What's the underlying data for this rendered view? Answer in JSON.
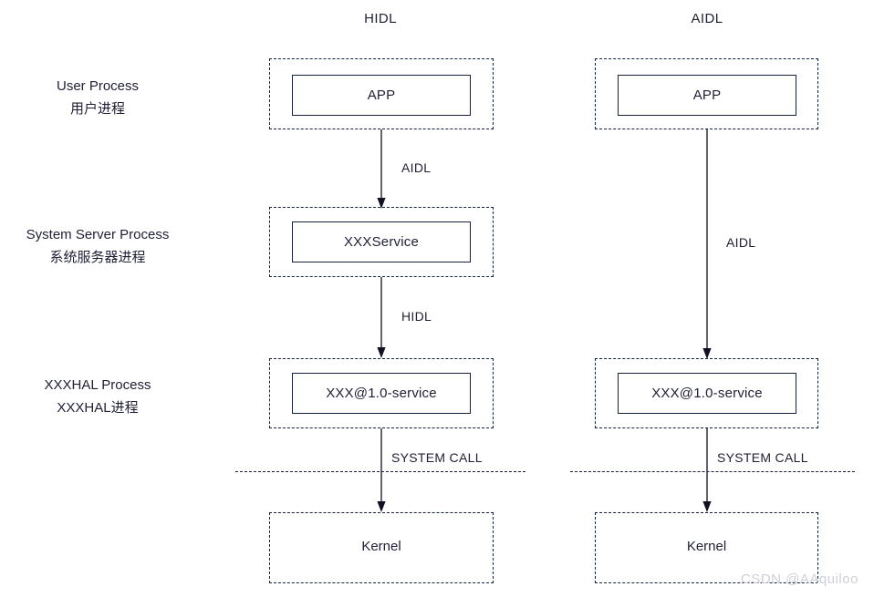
{
  "diagram": {
    "title_columns": [
      {
        "id": "hidl",
        "label": "HIDL"
      },
      {
        "id": "aidl",
        "label": "AIDL"
      }
    ],
    "row_labels": [
      {
        "id": "user-process",
        "en": "User Process",
        "cn": "用户进程"
      },
      {
        "id": "system-server",
        "en": "System Server Process",
        "cn": "系统服务器进程"
      },
      {
        "id": "xxxhal-process",
        "en": "XXXHAL Process",
        "cn": "XXXHAL进程"
      }
    ],
    "columns": {
      "hidl": {
        "header": "HIDL",
        "nodes": [
          {
            "id": "app",
            "label": "APP"
          },
          {
            "id": "xxxservice",
            "label": "XXXService"
          },
          {
            "id": "xxx-service",
            "label": "XXX@1.0-service"
          },
          {
            "id": "kernel",
            "label": "Kernel"
          }
        ],
        "edges": [
          {
            "id": "app-to-service",
            "label": "AIDL"
          },
          {
            "id": "service-to-hal",
            "label": "HIDL"
          },
          {
            "id": "hal-to-kernel",
            "label": "SYSTEM CALL"
          }
        ]
      },
      "aidl": {
        "header": "AIDL",
        "nodes": [
          {
            "id": "app",
            "label": "APP"
          },
          {
            "id": "xxx-service",
            "label": "XXX@1.0-service"
          },
          {
            "id": "kernel",
            "label": "Kernel"
          }
        ],
        "edges": [
          {
            "id": "app-to-hal",
            "label": "AIDL"
          },
          {
            "id": "hal-to-kernel",
            "label": "SYSTEM CALL"
          }
        ]
      }
    },
    "watermark": "CSDN @AAquiloo",
    "colors": {
      "stroke": "#16213e",
      "text": "#1f1f35",
      "background": "#ffffff",
      "watermark": "#cfcfd8"
    }
  }
}
